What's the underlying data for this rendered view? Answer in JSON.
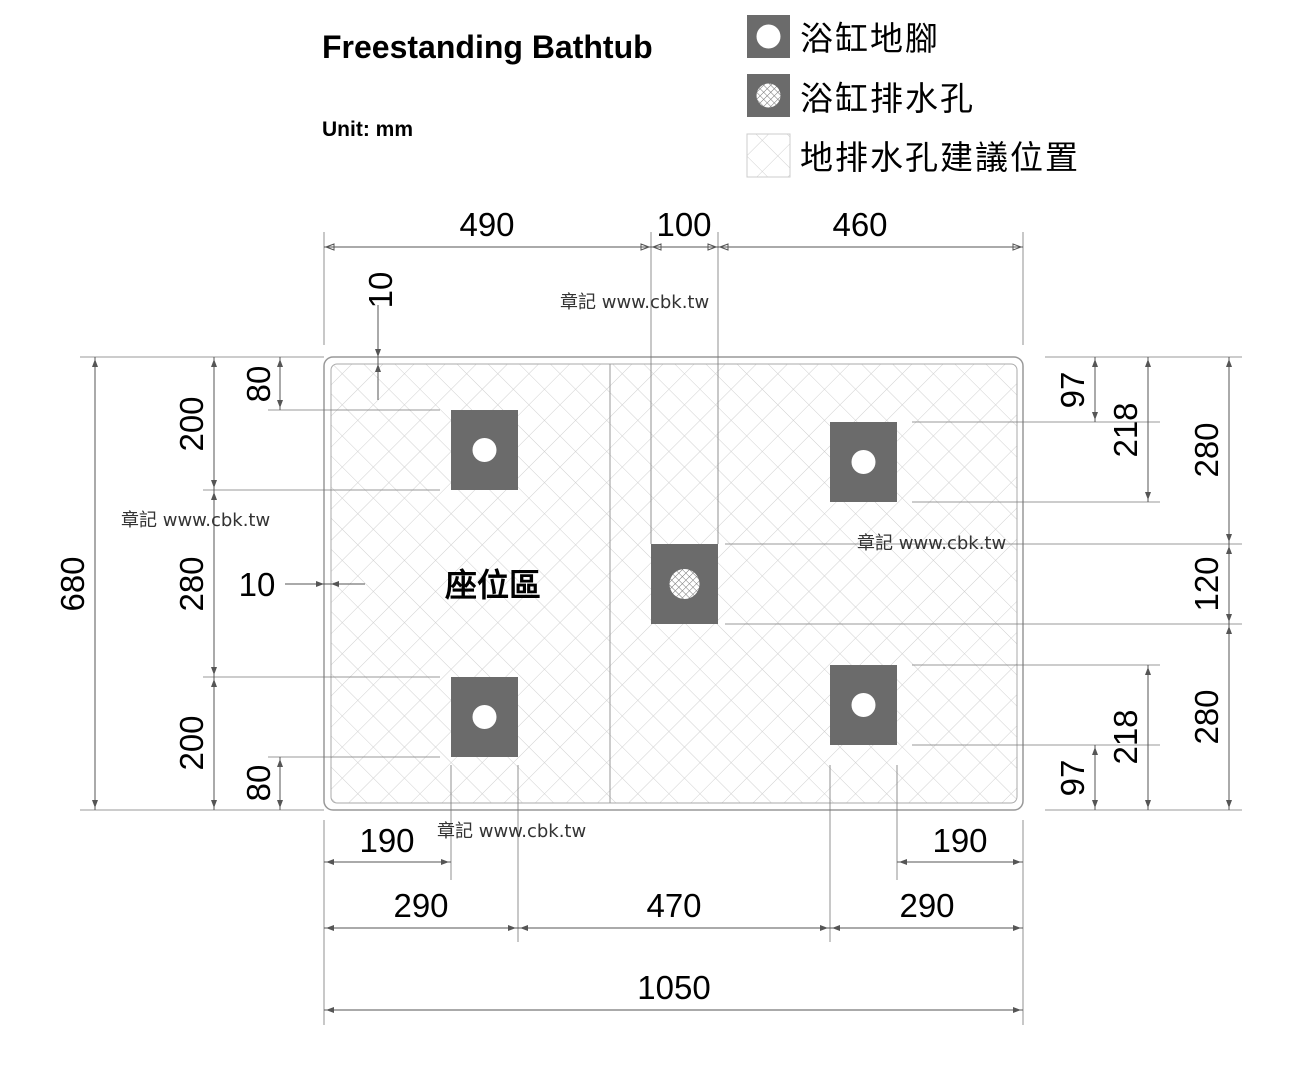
{
  "title": "Freestanding Bathtub",
  "unit": "Unit: mm",
  "legend": {
    "feet": "浴缸地腳",
    "drain": "浴缸排水孔",
    "floor_drain": "地排水孔建議位置"
  },
  "seat_label": "座位區",
  "watermark": "章記 www.cbk.tw",
  "dimensions": {
    "top_left": "490",
    "top_mid": "100",
    "top_right": "460",
    "inset_top": "10",
    "left_total": "680",
    "left_200_top": "200",
    "left_80_top": "80",
    "left_280": "280",
    "inset_left": "10",
    "left_200_bottom": "200",
    "left_80_bottom": "80",
    "right_97_top": "97",
    "right_218_top": "218",
    "right_280_top": "280",
    "right_120": "120",
    "right_280_bottom": "280",
    "right_218_bottom": "218",
    "right_97_bottom": "97",
    "bottom_190_left": "190",
    "bottom_190_right": "190",
    "bottom_290_left": "290",
    "bottom_470": "470",
    "bottom_290_right": "290",
    "bottom_total": "1050"
  },
  "colors": {
    "foot_fill": "#6b6b6b",
    "hatch": "#d4d4d4",
    "outline": "#999999"
  }
}
